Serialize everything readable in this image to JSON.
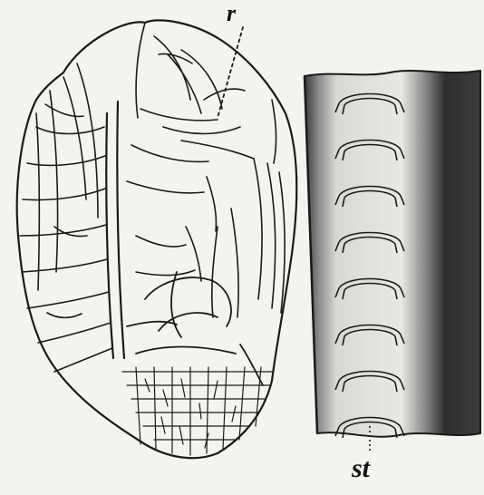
{
  "labels": {
    "r": "r",
    "st": "st"
  },
  "colors": {
    "paper": "#f4f3ef",
    "ink": "#1a1a1a",
    "shade_dark": "#2e2e2e",
    "shade_mid": "#7a7a7a"
  },
  "figure": {
    "left_panel": "veined-wing-fossil",
    "right_panel": "segmented-strip-with-stigmata",
    "segment_count": 8
  }
}
